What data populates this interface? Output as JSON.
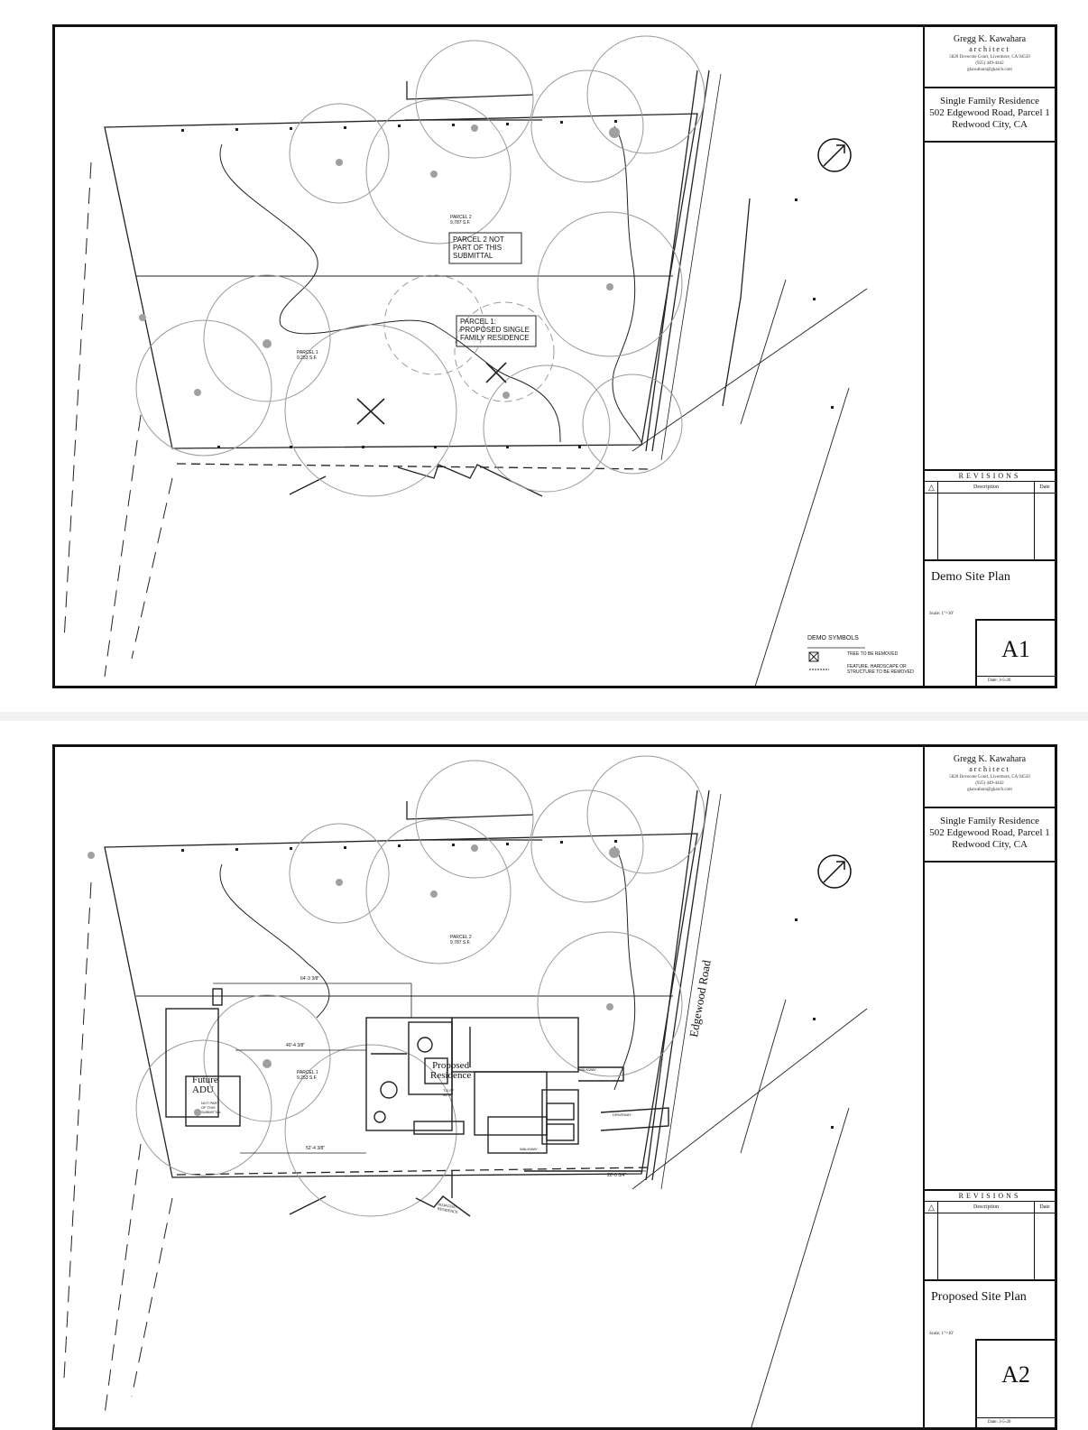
{
  "titleblock": {
    "firm_name": "Gregg K. Kawahara",
    "firm_sub": "architect",
    "firm_line1": "5820 Dovecote Court, Livermore, CA 94550",
    "firm_line2": "(925) 449-4442",
    "firm_line3": "gkawahara@gkarch.com",
    "project_line1": "Single Family Residence",
    "project_line2": "502 Edgewood Road, Parcel 1",
    "project_line3": "Redwood City, CA",
    "revisions_header": "REVISIONS",
    "rev_desc": "Description",
    "rev_date": "Date",
    "scale": "Scale: 1\"=10'",
    "date": "Date: 3-5-26"
  },
  "sheet1": {
    "title": "Demo Site Plan",
    "number": "A1",
    "labels": {
      "parcel2_area": "PARCEL 2\n9,787 S.F.",
      "parcel2_note": "PARCEL 2 NOT\nPART OF THIS\nSUBMITTAL",
      "parcel1_note": "PARCEL 1:\nPROPOSED SINGLE\nFAMILY RESIDENCE",
      "parcel1_area": "PARCEL 1\n9,253 S.F."
    },
    "legend": {
      "title": "DEMO SYMBOLS",
      "item1": "TREE TO BE REMOVED",
      "item2": "FEATURE, HARDSCAPE OR\nSTRUCTURE TO BE REMOVED"
    }
  },
  "sheet2": {
    "title": "Proposed Site Plan",
    "number": "A2",
    "labels": {
      "parcel2_area": "PARCEL 2\n9,787 S.F.",
      "parcel1_area": "PARCEL 1\n9,253 S.F.",
      "adu": "Future\nADU",
      "adu_note": "NOT PART\nOF THIS\nSUBMITTAL",
      "residence": "Proposed\nResidence",
      "walkway1": "WALKWAY",
      "walkway2": "WALKWAY",
      "driveway": "DRIVEWAY",
      "road": "Edgewood Road",
      "adjacent": "ADJACENT\nRESIDENCE",
      "dim1": "64'-3 3/8\"",
      "dim2": "40'-4 3/8\"",
      "dim3": "52'-4 3/8\"",
      "dim4": "20'-0 3/4\"",
      "tof": "T.O.FF\n44'-6\""
    }
  }
}
